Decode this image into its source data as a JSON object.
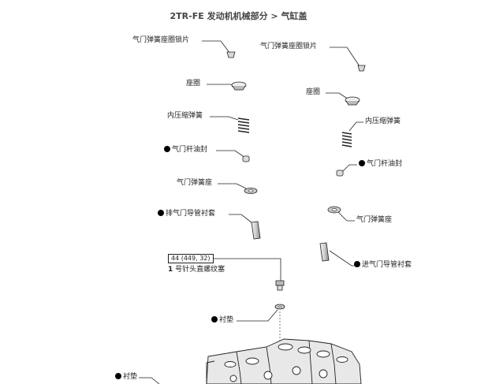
{
  "header": {
    "model": "2TR-FE",
    "section": "发动机机械部分",
    "separator": ">",
    "subsection": "气缸盖"
  },
  "labels": {
    "retainer_lock_left": "气门弹簧座圈锁片",
    "retainer_lock_right": "气门弹簧座圈锁片",
    "seat_left": "座圈",
    "seat_right": "座圈",
    "inner_spring_left": "内压缩弹簧",
    "inner_spring_right": "内压缩弹簧",
    "stem_seal_left": "气门杆油封",
    "stem_seal_right": "气门杆油封",
    "spring_seat_left": "气门弹簧座",
    "spring_seat_right": "气门弹簧座",
    "exhaust_guide_bush": "排气门导管衬套",
    "intake_guide_bush": "进气门导管衬套",
    "gasket_washer": "衬垫",
    "gasket_head": "衬垫"
  },
  "torque": {
    "spec": "44 (449, 32)",
    "note_num": "1",
    "note_text": "号针头直螺纹塞"
  },
  "colors": {
    "line": "#222222",
    "part_fill": "#e6e6e6",
    "part_shade": "#9a9a9a"
  }
}
